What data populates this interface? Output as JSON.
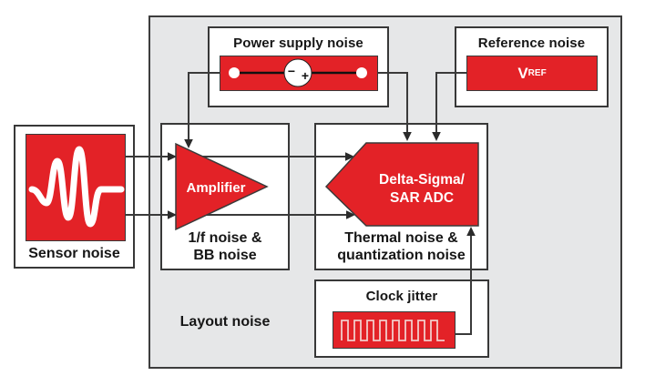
{
  "colors": {
    "accent_red": "#E32227",
    "container_gray": "#E6E7E8",
    "line_dark": "#3a3a3a",
    "sensor_wave": "#ffffff",
    "clock_wave": "#F2CCCA"
  },
  "blocks": {
    "sensor": {
      "label": "Sensor noise"
    },
    "power_supply": {
      "title": "Power supply noise",
      "battery_minus": "−",
      "battery_plus": "+"
    },
    "reference": {
      "title": "Reference noise",
      "vref_main": "V",
      "vref_sub": "REF"
    },
    "amplifier": {
      "name": "Amplifier",
      "noise_line1": "1/f noise &",
      "noise_line2": "BB noise"
    },
    "adc": {
      "name_line1": "Delta-Sigma/",
      "name_line2": "SAR ADC",
      "noise_line1": "Thermal noise &",
      "noise_line2": "quantization noise"
    },
    "clock": {
      "title": "Clock jitter"
    },
    "layout": {
      "label": "Layout noise"
    }
  }
}
